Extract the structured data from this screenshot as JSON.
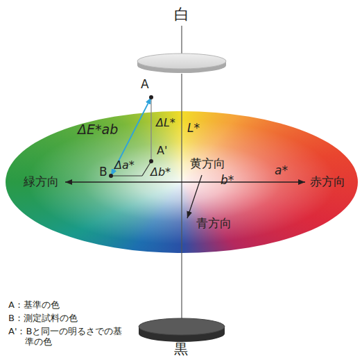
{
  "diagram": {
    "labels": [
      "白",
      "A",
      "ΔE*ab",
      "ΔL*",
      "L*",
      "A'",
      "黄方向",
      "b*",
      "B",
      "Δa*",
      "Δb*",
      "緑方向",
      "a*",
      "赤方向",
      "青方向",
      "黒",
      "A：基準の色",
      "B：測定試料の色",
      "A'：Bと同一の明るさでの基準の色"
    ]
  }
}
